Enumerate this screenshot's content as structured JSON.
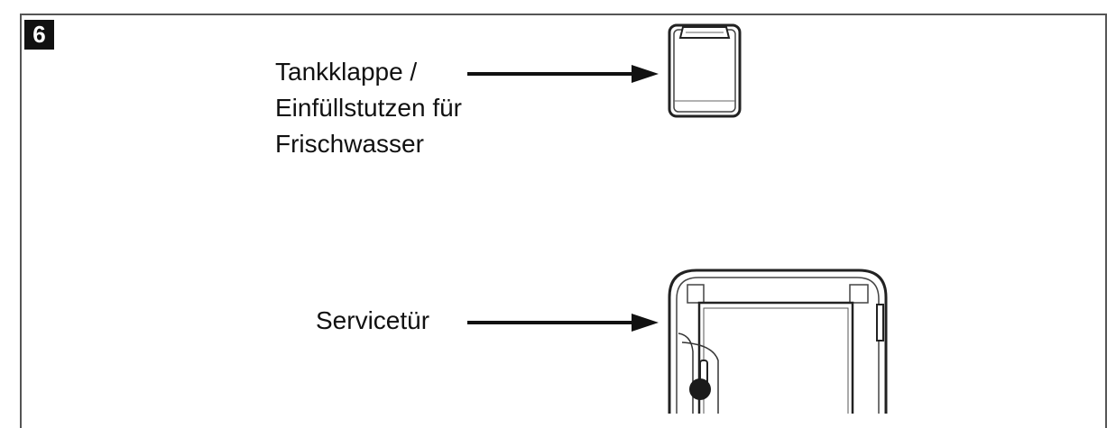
{
  "step": {
    "number": "6"
  },
  "labels": {
    "tank_line1": "Tankklappe /",
    "tank_line2": "Einfüllstutzen für",
    "tank_line3": "Frischwasser",
    "service": "Servicetür"
  },
  "colors": {
    "ink": "#111111",
    "frame": "#555555",
    "badge_bg": "#111111",
    "badge_text": "#ffffff"
  }
}
